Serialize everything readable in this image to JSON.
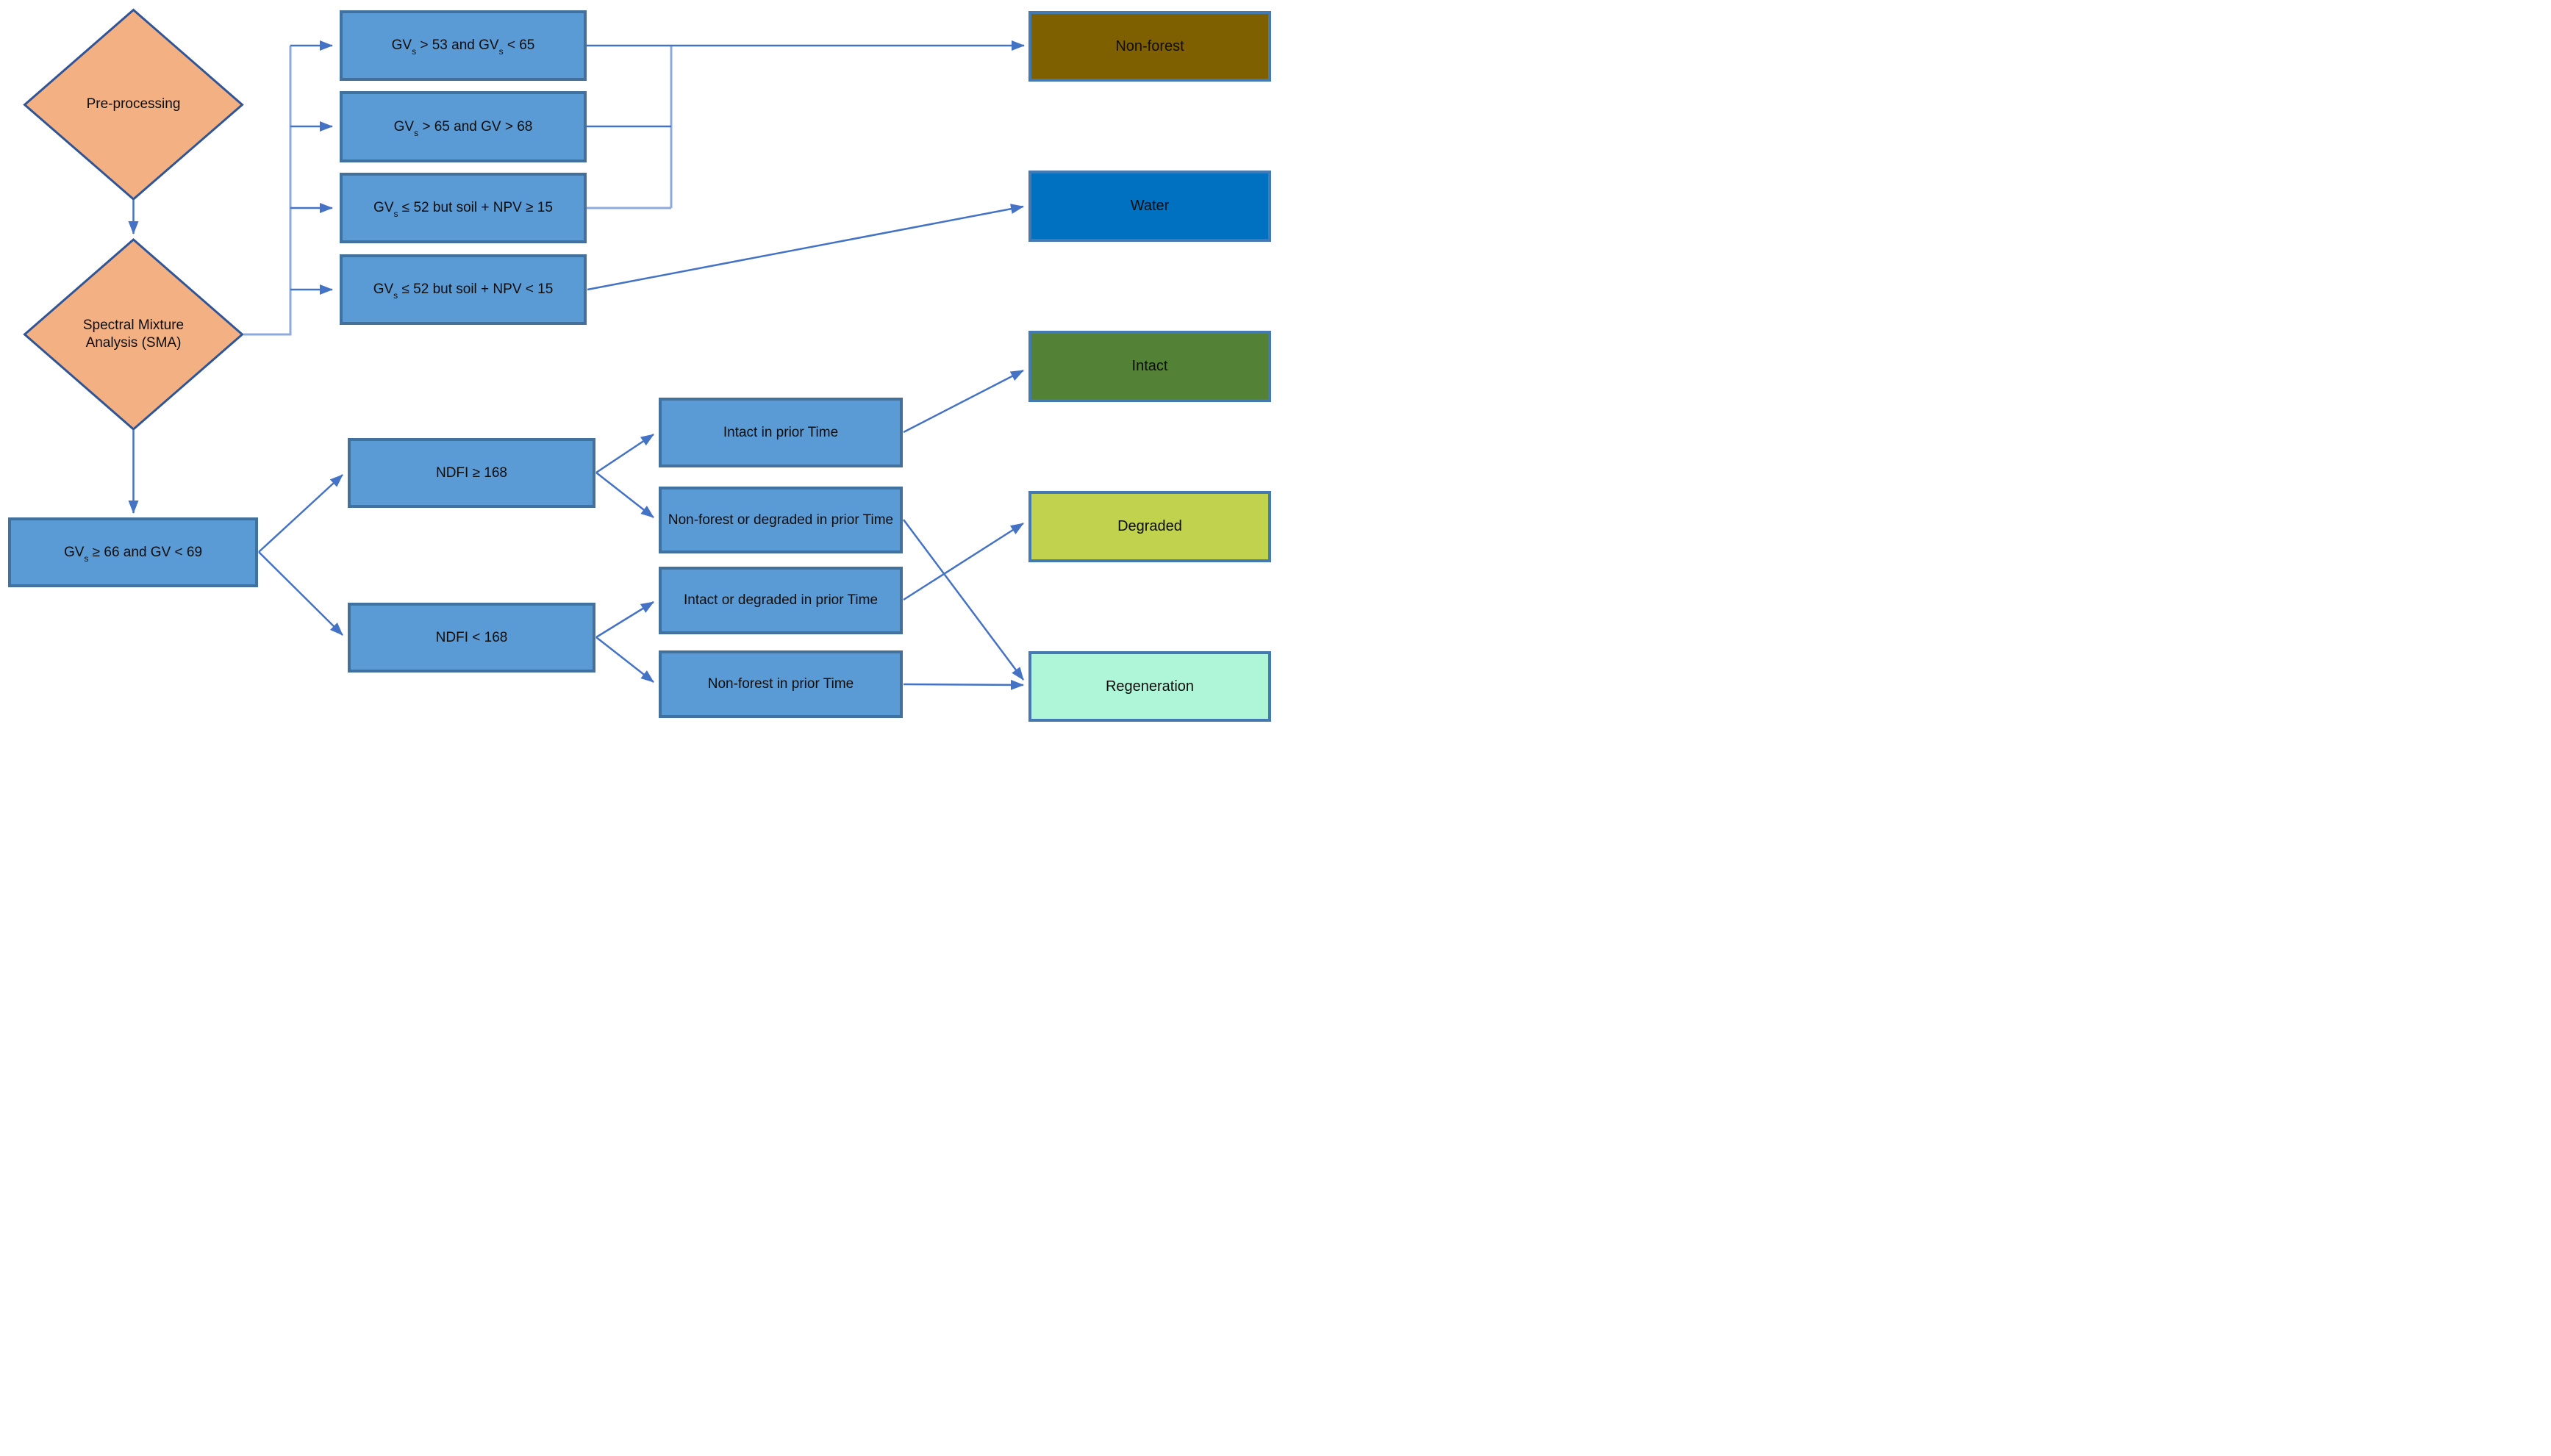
{
  "colors": {
    "diamond_fill": "#F3B183",
    "diamond_border": "#2F5597",
    "node_fill": "#5B9BD5",
    "node_border": "#41719C",
    "arrow": "#4472C4",
    "connector_light": "#8FAADC",
    "text": "#0d0d0d"
  },
  "nodes": {
    "preprocessing": {
      "label": "Pre-processing"
    },
    "sma": {
      "label": "Spectral Mixture Analysis (SMA)"
    },
    "cond1": {
      "parts": [
        "GV",
        "s",
        " > 53 and GV",
        "s",
        " < 65"
      ]
    },
    "cond2": {
      "parts": [
        "GV",
        "s",
        " > 65 and GV > 68"
      ]
    },
    "cond3": {
      "parts": [
        "GV",
        "s",
        " ≤ 52 but soil + NPV ≥ 15"
      ]
    },
    "cond4": {
      "parts": [
        "GV",
        "s",
        " ≤ 52 but soil + NPV < 15"
      ]
    },
    "gv66": {
      "parts": [
        "GV",
        "s",
        " ≥ 66 and GV < 69"
      ]
    },
    "ndfi_ge": {
      "label": "NDFI ≥ 168"
    },
    "ndfi_lt": {
      "label": "NDFI < 168"
    },
    "prior_intact": {
      "label": "Intact in prior Time"
    },
    "prior_nonforest_degraded": {
      "label": "Non-forest or degraded in prior Time"
    },
    "prior_intact_degraded": {
      "label": "Intact or degraded in prior Time"
    },
    "prior_nonforest": {
      "label": "Non-forest in prior Time"
    }
  },
  "results": {
    "non_forest": {
      "label": "Non-forest",
      "fill": "#7F6000"
    },
    "water": {
      "label": "Water",
      "fill": "#0070C0"
    },
    "intact": {
      "label": "Intact",
      "fill": "#538135"
    },
    "degraded": {
      "label": "Degraded",
      "fill": "#C1D24F"
    },
    "regeneration": {
      "label": "Regeneration",
      "fill": "#AFF5D8"
    }
  }
}
